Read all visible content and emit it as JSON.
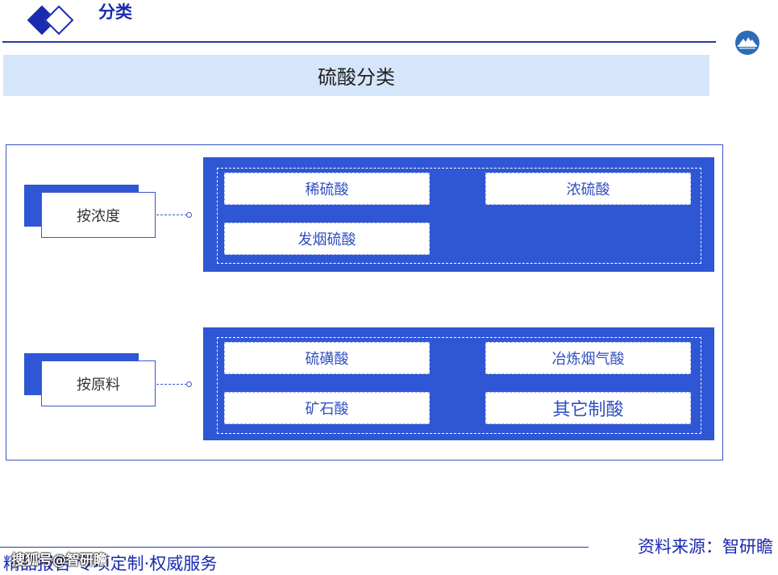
{
  "header": {
    "title": "分类"
  },
  "banner": {
    "title": "硫酸分类"
  },
  "categories": [
    {
      "label": "按浓度",
      "items": [
        "稀硫酸",
        "浓硫酸",
        "发烟硫酸"
      ]
    },
    {
      "label": "按原料",
      "items": [
        "硫磺酸",
        "冶炼烟气酸",
        "矿石酸",
        "其它制酸"
      ]
    }
  ],
  "footer": {
    "source": "资料来源：智研瞻",
    "slogan": "精品报告·专项定制·权威服务",
    "watermark": "搜狐号@智研瞻"
  },
  "colors": {
    "accent": "#2f56d4",
    "banner": "#d6e6fa",
    "text_dark_blue": "#1a2bb0"
  },
  "icons": [
    "diamond-filled-icon",
    "diamond-outline-icon",
    "logo-icon"
  ]
}
